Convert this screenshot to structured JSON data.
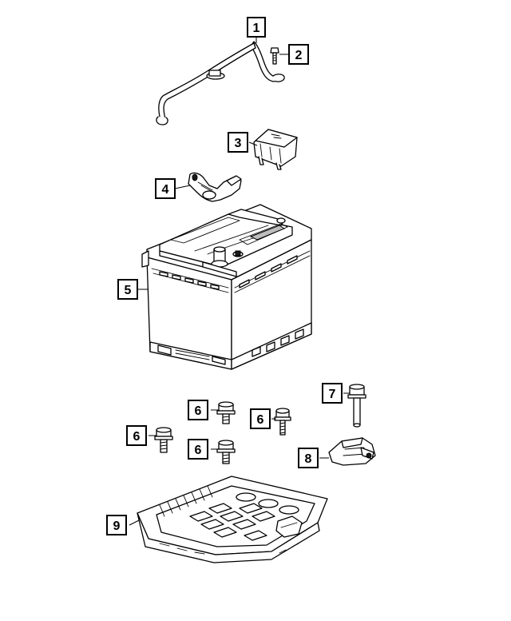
{
  "callouts": [
    {
      "id": "c1",
      "label": "1"
    },
    {
      "id": "c2",
      "label": "2"
    },
    {
      "id": "c3",
      "label": "3"
    },
    {
      "id": "c4",
      "label": "4"
    },
    {
      "id": "c5",
      "label": "5"
    },
    {
      "id": "c6a",
      "label": "6"
    },
    {
      "id": "c6b",
      "label": "6"
    },
    {
      "id": "c6c",
      "label": "6"
    },
    {
      "id": "c6d",
      "label": "6"
    },
    {
      "id": "c7",
      "label": "7"
    },
    {
      "id": "c8",
      "label": "8"
    },
    {
      "id": "c9",
      "label": "9"
    }
  ]
}
